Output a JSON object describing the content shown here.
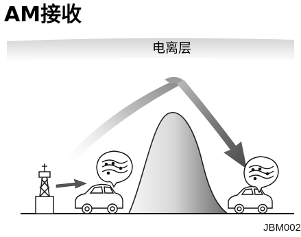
{
  "title": "AM接收",
  "ionosphere_label": "电离层",
  "image_code": "JBM002"
}
